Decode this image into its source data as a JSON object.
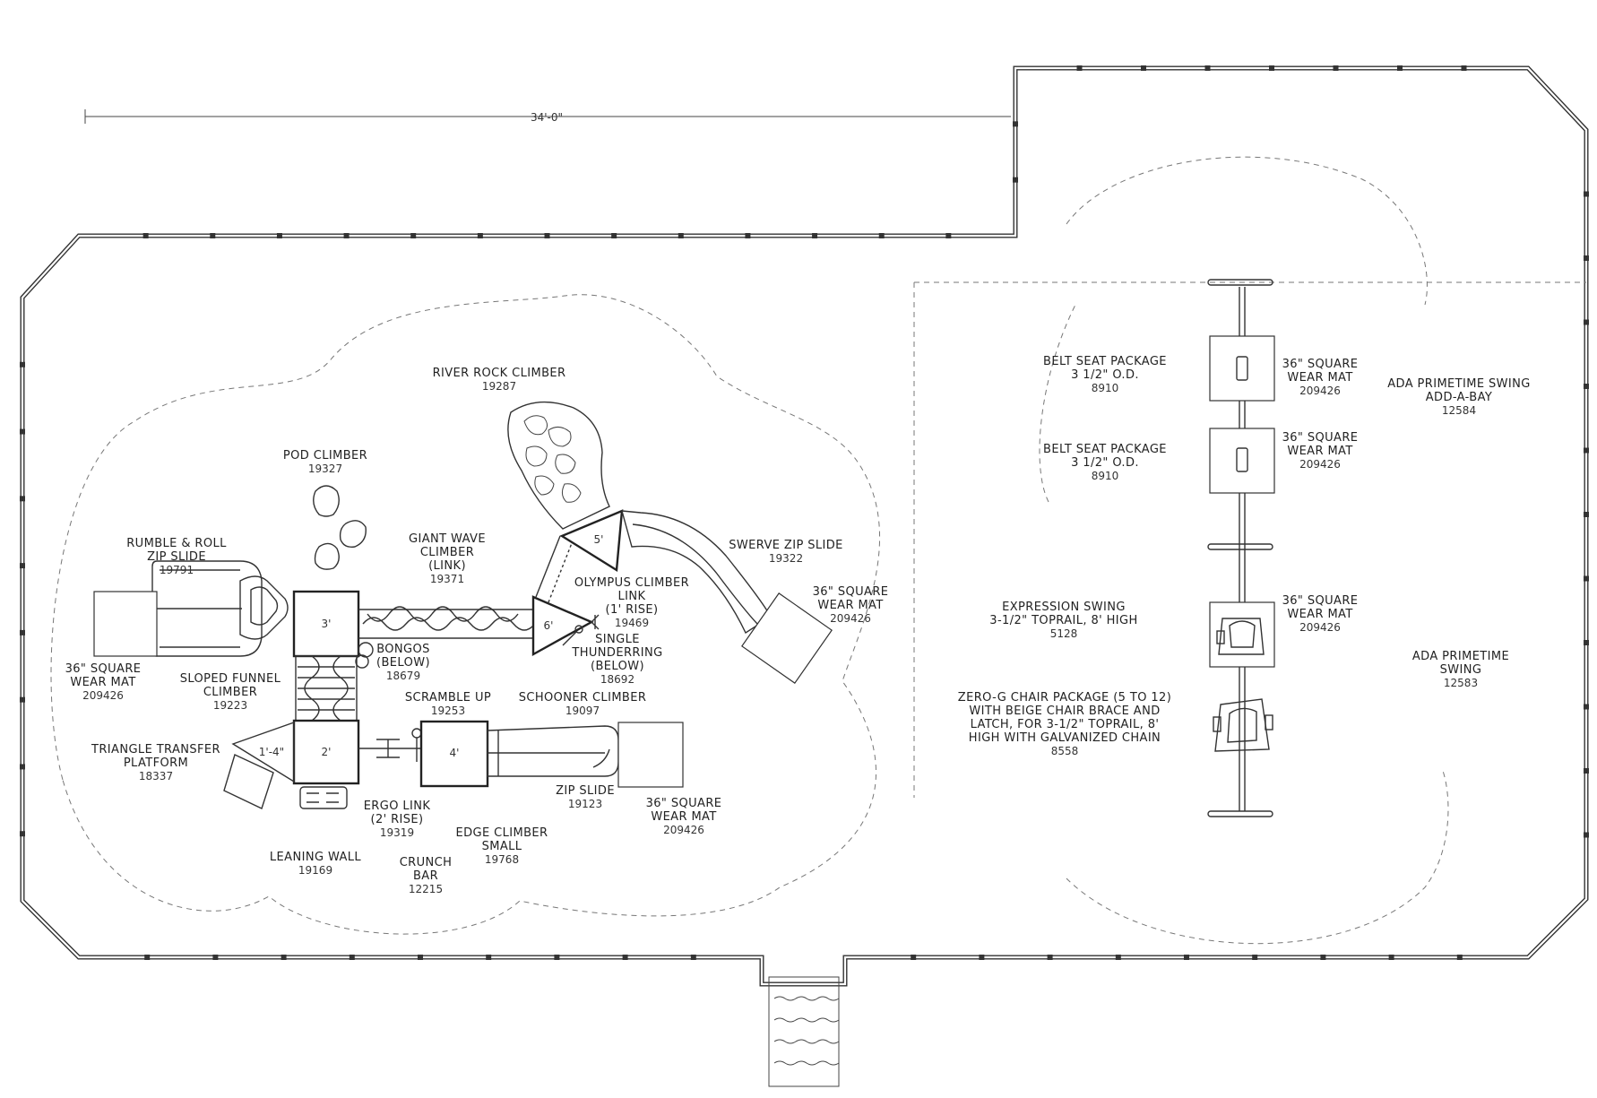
{
  "dims": {
    "overall_width": "34'-0\""
  },
  "labels": {
    "river_rock": [
      "RIVER ROCK CLIMBER",
      "19287"
    ],
    "pod_climber": [
      "POD CLIMBER",
      "19327"
    ],
    "rumble_roll": [
      "RUMBLE & ROLL",
      "ZIP SLIDE",
      "19791"
    ],
    "giant_wave": [
      "GIANT WAVE",
      "CLIMBER",
      "(LINK)",
      "19371"
    ],
    "swerve_zip": [
      "SWERVE ZIP SLIDE",
      "19322"
    ],
    "olympus": [
      "OLYMPUS CLIMBER",
      "LINK",
      "(1' RISE)",
      "19469"
    ],
    "thunderring": [
      "SINGLE",
      "THUNDERRING",
      "(BELOW)",
      "18692"
    ],
    "mat_swerve": [
      "36\" SQUARE",
      "WEAR MAT",
      "209426"
    ],
    "bongos": [
      "BONGOS",
      "(BELOW)",
      "18679"
    ],
    "mat_left": [
      "36\" SQUARE",
      "WEAR MAT",
      "209426"
    ],
    "sloped_funnel": [
      "SLOPED FUNNEL",
      "CLIMBER",
      "19223"
    ],
    "scramble_up": [
      "SCRAMBLE UP",
      "19253"
    ],
    "schooner": [
      "SCHOONER CLIMBER",
      "19097"
    ],
    "triangle": [
      "TRIANGLE TRANSFER",
      "PLATFORM",
      "18337"
    ],
    "zip_slide": [
      "ZIP SLIDE",
      "19123"
    ],
    "mat_zip": [
      "36\" SQUARE",
      "WEAR MAT",
      "209426"
    ],
    "ergo": [
      "ERGO LINK",
      "(2' RISE)",
      "19319"
    ],
    "edge_climber": [
      "EDGE CLIMBER",
      "SMALL",
      "19768"
    ],
    "leaning_wall": [
      "LEANING WALL",
      "19169"
    ],
    "crunch_bar": [
      "CRUNCH",
      "BAR",
      "12215"
    ],
    "belt_seat_1": [
      "BELT SEAT PACKAGE",
      "3 1/2\" O.D.",
      "8910"
    ],
    "belt_seat_2": [
      "BELT SEAT PACKAGE",
      "3 1/2\" O.D.",
      "8910"
    ],
    "mat_sw1": [
      "36\" SQUARE",
      "WEAR MAT",
      "209426"
    ],
    "mat_sw2": [
      "36\" SQUARE",
      "WEAR MAT",
      "209426"
    ],
    "ada_bay": [
      "ADA PRIMETIME SWING",
      "ADD-A-BAY",
      "12584"
    ],
    "expression": [
      "EXPRESSION SWING",
      "3-1/2\" TOPRAIL, 8' HIGH",
      "5128"
    ],
    "mat_sw3": [
      "36\" SQUARE",
      "WEAR MAT",
      "209426"
    ],
    "ada_swing": [
      "ADA PRIMETIME",
      "SWING",
      "12583"
    ],
    "zero_g": [
      "ZERO-G CHAIR PACKAGE (5 TO 12)",
      "WITH BEIGE CHAIR BRACE AND",
      "LATCH, FOR 3-1/2\" TOPRAIL, 8'",
      "HIGH WITH GALVANIZED CHAIN",
      "8558"
    ]
  },
  "decks": {
    "d3": "3'",
    "d2": "2'",
    "d4": "4'",
    "d5": "5'",
    "d6": "6'",
    "d14": "1'-4\""
  }
}
